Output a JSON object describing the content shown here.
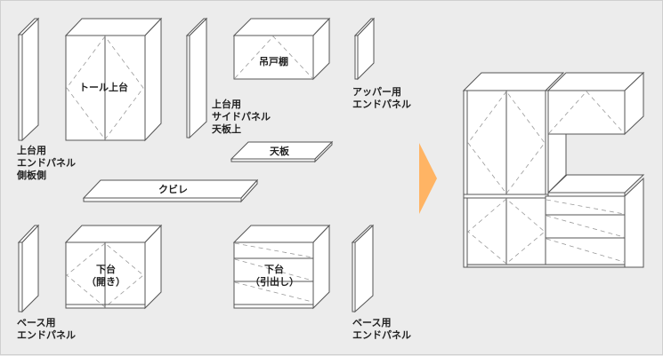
{
  "parts": {
    "upper_end_panel_side": [
      "上台用",
      "エンドパネル",
      "側板側"
    ],
    "tall_upper": "トール上台",
    "upper_side_panel_top": [
      "上台用",
      "サイドパネル",
      "天板上"
    ],
    "wall_cabinet": "吊戸棚",
    "upper_end_panel": [
      "アッパー用",
      "エンドパネル"
    ],
    "top_board": "天板",
    "kubire": "クビレ",
    "base_open": [
      "下台",
      "（開き）"
    ],
    "base_drawer": [
      "下台",
      "（引出し）"
    ],
    "base_end_panel_left": [
      "ベース用",
      "エンドパネル"
    ],
    "base_end_panel_right": [
      "ベース用",
      "エンドパネル"
    ]
  },
  "colors": {
    "arrow": "#ffb464",
    "background": "#ececec"
  },
  "icons": {
    "arrow": "arrow-right-icon"
  }
}
